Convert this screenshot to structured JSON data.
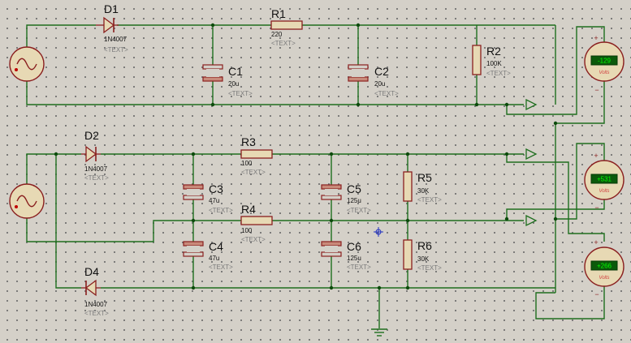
{
  "components": {
    "D1": {
      "ref": "D1",
      "value": "1N4007",
      "text": "<TEXT>"
    },
    "D2": {
      "ref": "D2",
      "value": "1N4007",
      "text": "<TEXT>"
    },
    "D4": {
      "ref": "D4",
      "value": "1N4007",
      "text": "<TEXT>"
    },
    "R1": {
      "ref": "R1",
      "value": "220",
      "text": "<TEXT>"
    },
    "R2": {
      "ref": "R2",
      "value": "100K",
      "text": "<TEXT>"
    },
    "R3": {
      "ref": "R3",
      "value": "100",
      "text": "<TEXT>"
    },
    "R4": {
      "ref": "R4",
      "value": "100",
      "text": "<TEXT>"
    },
    "R5": {
      "ref": "R5",
      "value": "30K",
      "text": "<TEXT>"
    },
    "R6": {
      "ref": "R6",
      "value": "30K",
      "text": "<TEXT>"
    },
    "C1": {
      "ref": "C1",
      "value": "20u",
      "text": "<TEXT>"
    },
    "C2": {
      "ref": "C2",
      "value": "20u",
      "text": "<TEXT>"
    },
    "C3": {
      "ref": "C3",
      "value": "47u",
      "text": "<TEXT>"
    },
    "C4": {
      "ref": "C4",
      "value": "47u",
      "text": "<TEXT>"
    },
    "C5": {
      "ref": "C5",
      "value": "125u",
      "text": "<TEXT>"
    },
    "C6": {
      "ref": "C6",
      "value": "125u",
      "text": "<TEXT>"
    }
  },
  "voltmeters": [
    {
      "reading": "-129",
      "unit": "Volts",
      "plus": "+",
      "minus": "−"
    },
    {
      "reading": "+531",
      "unit": "Volts",
      "plus": "+",
      "minus": "−"
    },
    {
      "reading": "+266",
      "unit": "Volts",
      "plus": "+",
      "minus": "−"
    }
  ],
  "colors": {
    "wire": "#1e6e1e",
    "component": "#8a1f1f",
    "meter_display": "#0b5a0b"
  }
}
